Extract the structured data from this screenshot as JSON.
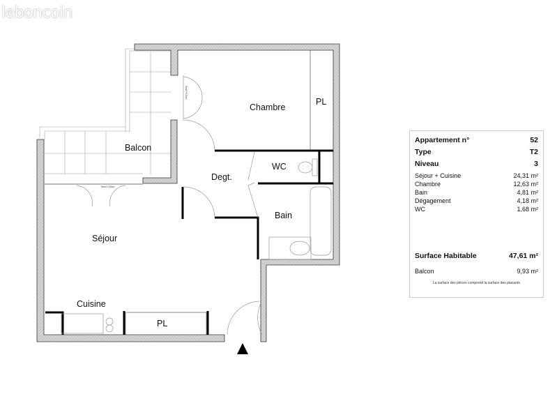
{
  "logo": "leboncoin",
  "plan": {
    "rooms": {
      "chambre": "Chambre",
      "pl_chambre": "PL",
      "balcon": "Balcon",
      "degt": "Degt.",
      "wc": "WC",
      "bain": "Bain",
      "sejour": "Séjour",
      "cuisine": "Cuisine",
      "pl_cuisine": "PL"
    },
    "threshold_1": "Seuil +15cm",
    "threshold_2": "Seuil +15cm",
    "wall_color": "#d0d0d0"
  },
  "info": {
    "apartment_label": "Appartement n°",
    "apartment_value": "52",
    "type_label": "Type",
    "type_value": "T2",
    "level_label": "Niveau",
    "level_value": "3",
    "rooms": [
      {
        "name": "Séjour + Cuisine",
        "area": "24,31 m²"
      },
      {
        "name": "Chambre",
        "area": "12,63 m²"
      },
      {
        "name": "Bain",
        "area": "4,81 m²"
      },
      {
        "name": "Dégagement",
        "area": "4,18 m²"
      },
      {
        "name": "WC",
        "area": "1,68 m²"
      }
    ],
    "total_label": "Surface Habitable",
    "total_value": "47,61 m²",
    "balcon_label": "Balcon",
    "balcon_value": "9,93 m²",
    "note": "La surface des pièces comprend la surface des placards"
  }
}
